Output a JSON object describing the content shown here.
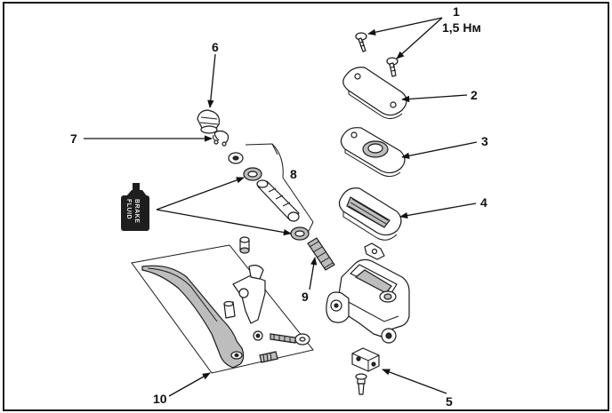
{
  "callouts": {
    "c1": "1",
    "c1_torque": "1,5 Нм",
    "c2": "2",
    "c3": "3",
    "c4": "4",
    "c5": "5",
    "c6": "6",
    "c7": "7",
    "c8": "8",
    "c9": "9",
    "c10": "10"
  },
  "bottle": {
    "label_line1": "BRAKE",
    "label_line2": "FLUID"
  },
  "colors": {
    "border": "#1a1a1a",
    "ink": "#111111",
    "background": "#ffffff",
    "metal_shade": "#bdbdbd",
    "bottle": "#1e1e1e"
  }
}
